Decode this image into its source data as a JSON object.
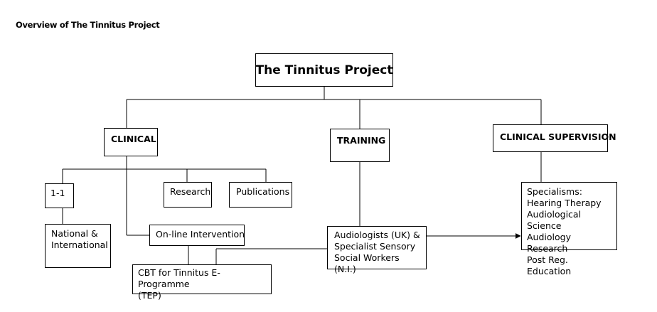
{
  "page": {
    "heading": "Overview of The Tinnitus Project"
  },
  "diagram": {
    "root": "The Tinnitus Project",
    "clinical": "CLINICAL",
    "training": "TRAINING",
    "supervision": "CLINICAL SUPERVISION",
    "one_to_one": "1-1",
    "research": "Research",
    "publications": "Publications",
    "national": [
      "National &",
      "International"
    ],
    "online": "On-line Intervention",
    "cbt": [
      "CBT for Tinnitus E-Programme",
      "(TEP)"
    ],
    "audiologists": [
      "Audiologists (UK) &",
      "Specialist Sensory",
      "Social Workers (N.I.)"
    ],
    "specialisms": [
      "Specialisms:",
      "Hearing Therapy",
      "Audiological Science",
      "Audiology Research",
      "Post Reg. Education"
    ]
  }
}
